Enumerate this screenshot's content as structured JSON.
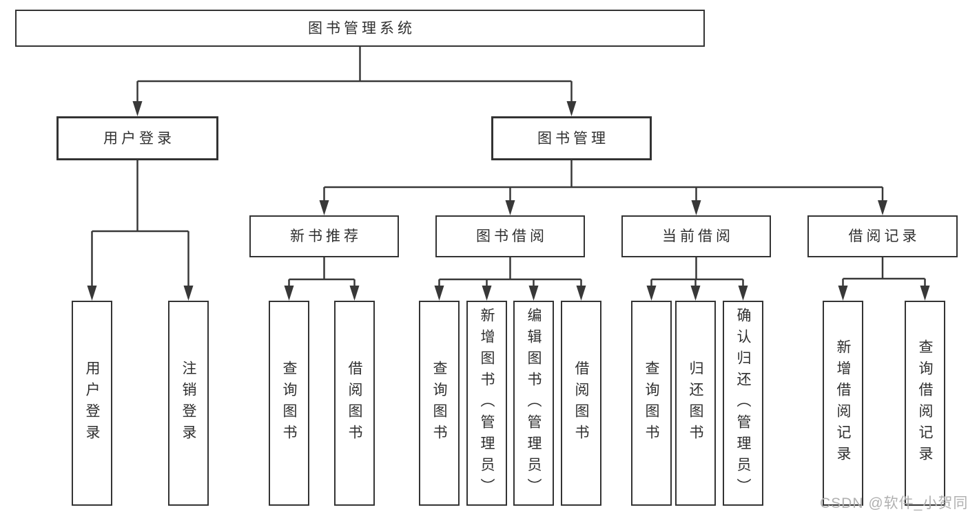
{
  "tree": {
    "root": {
      "label": "图书管理系统"
    },
    "branches": [
      {
        "label": "用户登录",
        "leaves": [
          {
            "label": "用户登录"
          },
          {
            "label": "注销登录"
          }
        ]
      },
      {
        "label": "图书管理",
        "sections": [
          {
            "label": "新书推荐",
            "leaves": [
              {
                "label": "查询图书"
              },
              {
                "label": "借阅图书"
              }
            ]
          },
          {
            "label": "图书借阅",
            "leaves": [
              {
                "label": "查询图书"
              },
              {
                "label": "新增图书（管理员）"
              },
              {
                "label": "编辑图书（管理员）"
              },
              {
                "label": "借阅图书"
              }
            ]
          },
          {
            "label": "当前借阅",
            "leaves": [
              {
                "label": "查询图书"
              },
              {
                "label": "归还图书"
              },
              {
                "label": "确认归还（管理员）"
              }
            ]
          },
          {
            "label": "借阅记录",
            "leaves": [
              {
                "label": "新增借阅记录"
              },
              {
                "label": "查询借阅记录"
              }
            ]
          }
        ]
      }
    ]
  },
  "watermark": {
    "text": "CSDN @软件_小贺同学"
  },
  "colors": {
    "line": "#383838",
    "text": "#2f2f2f",
    "watermark": "#b0b0b0",
    "background": "#ffffff"
  }
}
